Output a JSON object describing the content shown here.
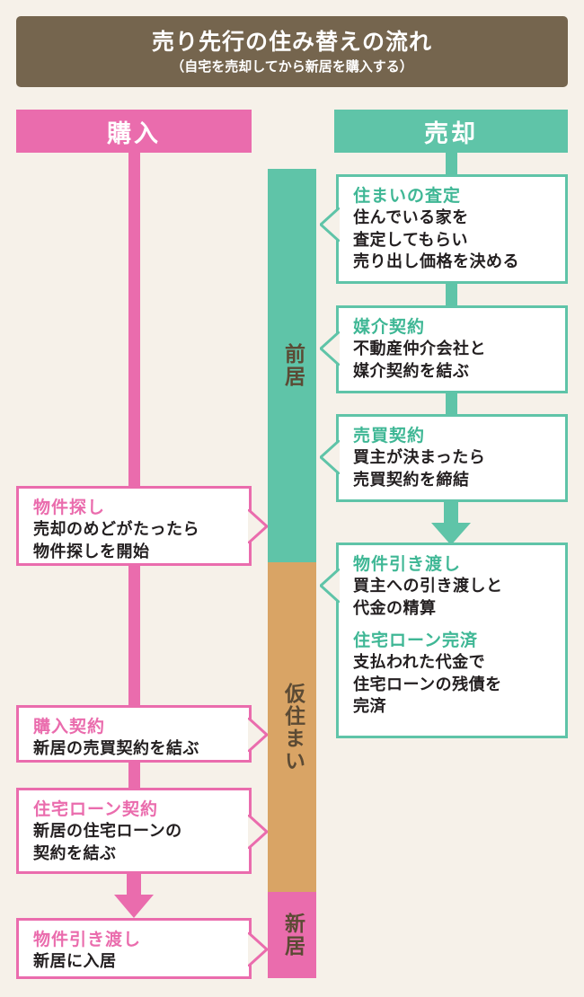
{
  "title": {
    "main": "売り先行の住み替えの流れ",
    "sub": "（自宅を売却してから新居を購入する）"
  },
  "columns": {
    "buy": "購入",
    "sell": "売却"
  },
  "timeline": {
    "segments": [
      {
        "label": "前居",
        "color": "#5fc4a8"
      },
      {
        "label": "仮住まい",
        "color": "#d9a465"
      },
      {
        "label": "新居",
        "color": "#ea6cad"
      }
    ]
  },
  "sell_steps": [
    {
      "title": "住まいの査定",
      "body": "住んでいる家を\n査定してもらい\n売り出し価格を決める"
    },
    {
      "title": "媒介契約",
      "body": "不動産仲介会社と\n媒介契約を結ぶ"
    },
    {
      "title": "売買契約",
      "body": "買主が決まったら\n売買契約を締結"
    },
    {
      "title": "物件引き渡し",
      "body": "買主への引き渡しと\n代金の精算",
      "sub_title": "住宅ローン完済",
      "sub_body": "支払われた代金で\n住宅ローンの残債を\n完済"
    }
  ],
  "buy_steps": [
    {
      "title": "物件探し",
      "body": "売却のめどがたったら\n物件探しを開始"
    },
    {
      "title": "購入契約",
      "body": "新居の売買契約を結ぶ"
    },
    {
      "title": "住宅ローン契約",
      "body": "新居の住宅ローンの\n契約を結ぶ"
    },
    {
      "title": "物件引き渡し",
      "body": "新居に入居"
    }
  ],
  "colors": {
    "background": "#f6f1e9",
    "title_bar": "#75654e",
    "pink": "#ea6cad",
    "green": "#5fc4a8",
    "tan": "#d9a465",
    "green_text": "#3fb795",
    "body_text": "#231f20"
  }
}
